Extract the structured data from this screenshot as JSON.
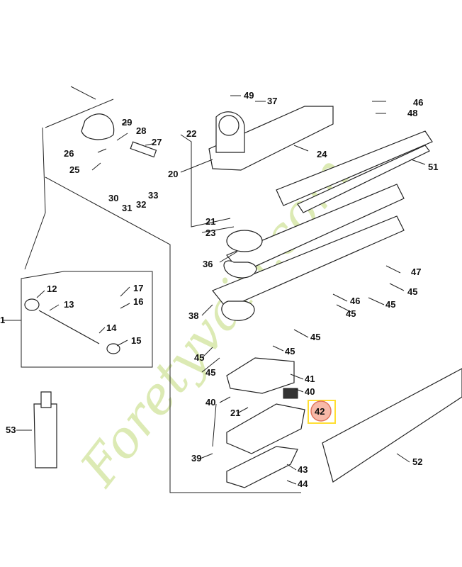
{
  "watermark": "Foretyvain.com",
  "highlight_color": "#ffdf33",
  "highlighted_part": "42",
  "labels": {
    "l49": "49",
    "l37": "37",
    "l46a": "46",
    "l48": "48",
    "l29": "29",
    "l28": "28",
    "l27": "27",
    "l26": "26",
    "l25": "25",
    "l22": "22",
    "l20": "20",
    "l24": "24",
    "l51": "51",
    "l30": "30",
    "l31": "31",
    "l32": "32",
    "l33": "33",
    "l21a": "21",
    "l23": "23",
    "l36": "36",
    "l47": "47",
    "l45a": "45",
    "l12": "12",
    "l13": "13",
    "l1": "1",
    "l17": "17",
    "l16": "16",
    "l14": "14",
    "l15": "15",
    "l38": "38",
    "l46b": "46",
    "l45b": "45",
    "l45c": "45",
    "l45d": "45",
    "l45e": "45",
    "l45f": "45",
    "l41": "41",
    "l40a": "40",
    "l40b": "40",
    "l42": "42",
    "l21b": "21",
    "l53": "53",
    "l39": "39",
    "l52": "52",
    "l43": "43",
    "l44": "44"
  }
}
